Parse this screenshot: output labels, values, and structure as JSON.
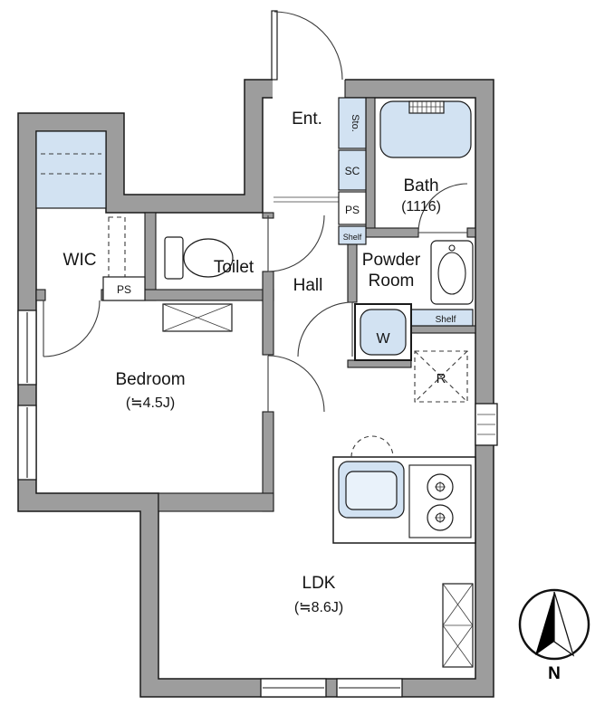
{
  "floor_plan": {
    "labels": {
      "wic": "WIC",
      "ps_left": "PS",
      "toilet": "Toilet",
      "entrance": "Ent.",
      "storage": "Sto.",
      "shoe_closet": "SC",
      "ps_right": "PS",
      "shelf_upper": "Shelf",
      "bath_name": "Bath",
      "bath_size": "(1116)",
      "powder_line1": "Powder",
      "powder_line2": "Room",
      "shelf_lower": "Shelf",
      "washer": "W",
      "hall": "Hall",
      "bedroom_name": "Bedroom",
      "bedroom_size": "(≒4.5J)",
      "refrigerator": "R",
      "ldk_name": "LDK",
      "ldk_size": "(≒8.6J)",
      "compass_north": "N"
    },
    "colors": {
      "wall_fill": "#9d9d9d",
      "fixture_fill": "#d2e2f2",
      "line": "#1a1a1a"
    }
  }
}
